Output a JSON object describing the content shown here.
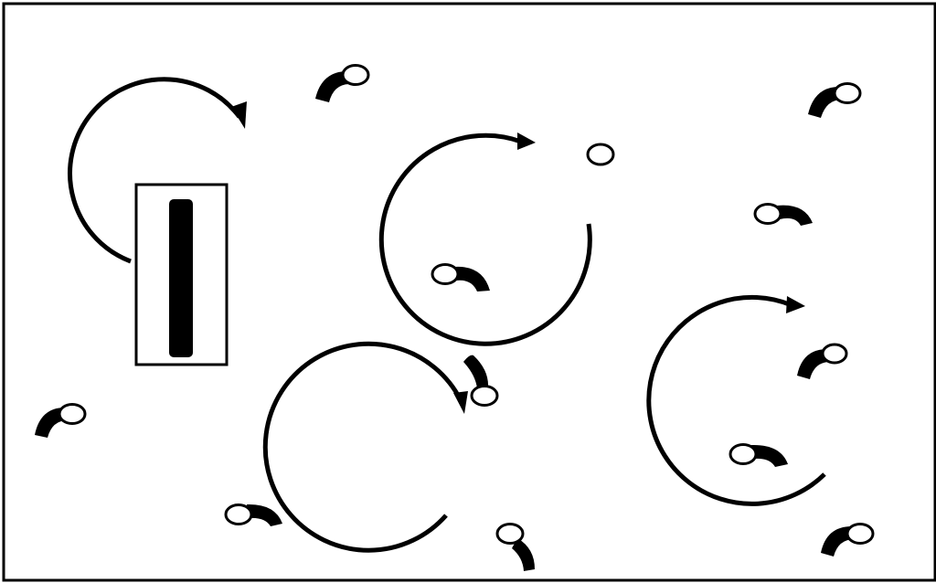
{
  "colors": {
    "background": "#ffffff",
    "ink": "#000000"
  },
  "scene": {
    "type": "maze-style puzzle board",
    "rotating_arrows": [
      {
        "id": "arrow-1",
        "icon": "clockwise-arc-arrow"
      },
      {
        "id": "arrow-2",
        "icon": "clockwise-arc-arrow"
      },
      {
        "id": "arrow-3",
        "icon": "clockwise-arc-arrow"
      },
      {
        "id": "arrow-4",
        "icon": "clockwise-arc-arrow"
      }
    ],
    "ball_pieces": [
      {
        "id": "piece-1",
        "icon": "ball-with-tail-icon"
      },
      {
        "id": "piece-2",
        "icon": "ball-with-tail-icon"
      },
      {
        "id": "piece-3",
        "icon": "ball-with-tail-icon"
      },
      {
        "id": "piece-4",
        "icon": "ball-with-tail-icon"
      },
      {
        "id": "piece-5",
        "icon": "ball-with-tail-icon"
      },
      {
        "id": "piece-6",
        "icon": "ball-with-tail-icon"
      },
      {
        "id": "piece-7",
        "icon": "ball-with-tail-icon"
      },
      {
        "id": "piece-8",
        "icon": "ball-with-tail-icon"
      },
      {
        "id": "piece-9",
        "icon": "ball-with-tail-icon"
      },
      {
        "id": "piece-10",
        "icon": "ball-with-tail-icon"
      },
      {
        "id": "piece-11",
        "icon": "ball-with-tail-icon"
      }
    ],
    "target_slot": {
      "icon": "paddle-slot-icon"
    },
    "loose_ball": {
      "icon": "ball-icon"
    }
  }
}
